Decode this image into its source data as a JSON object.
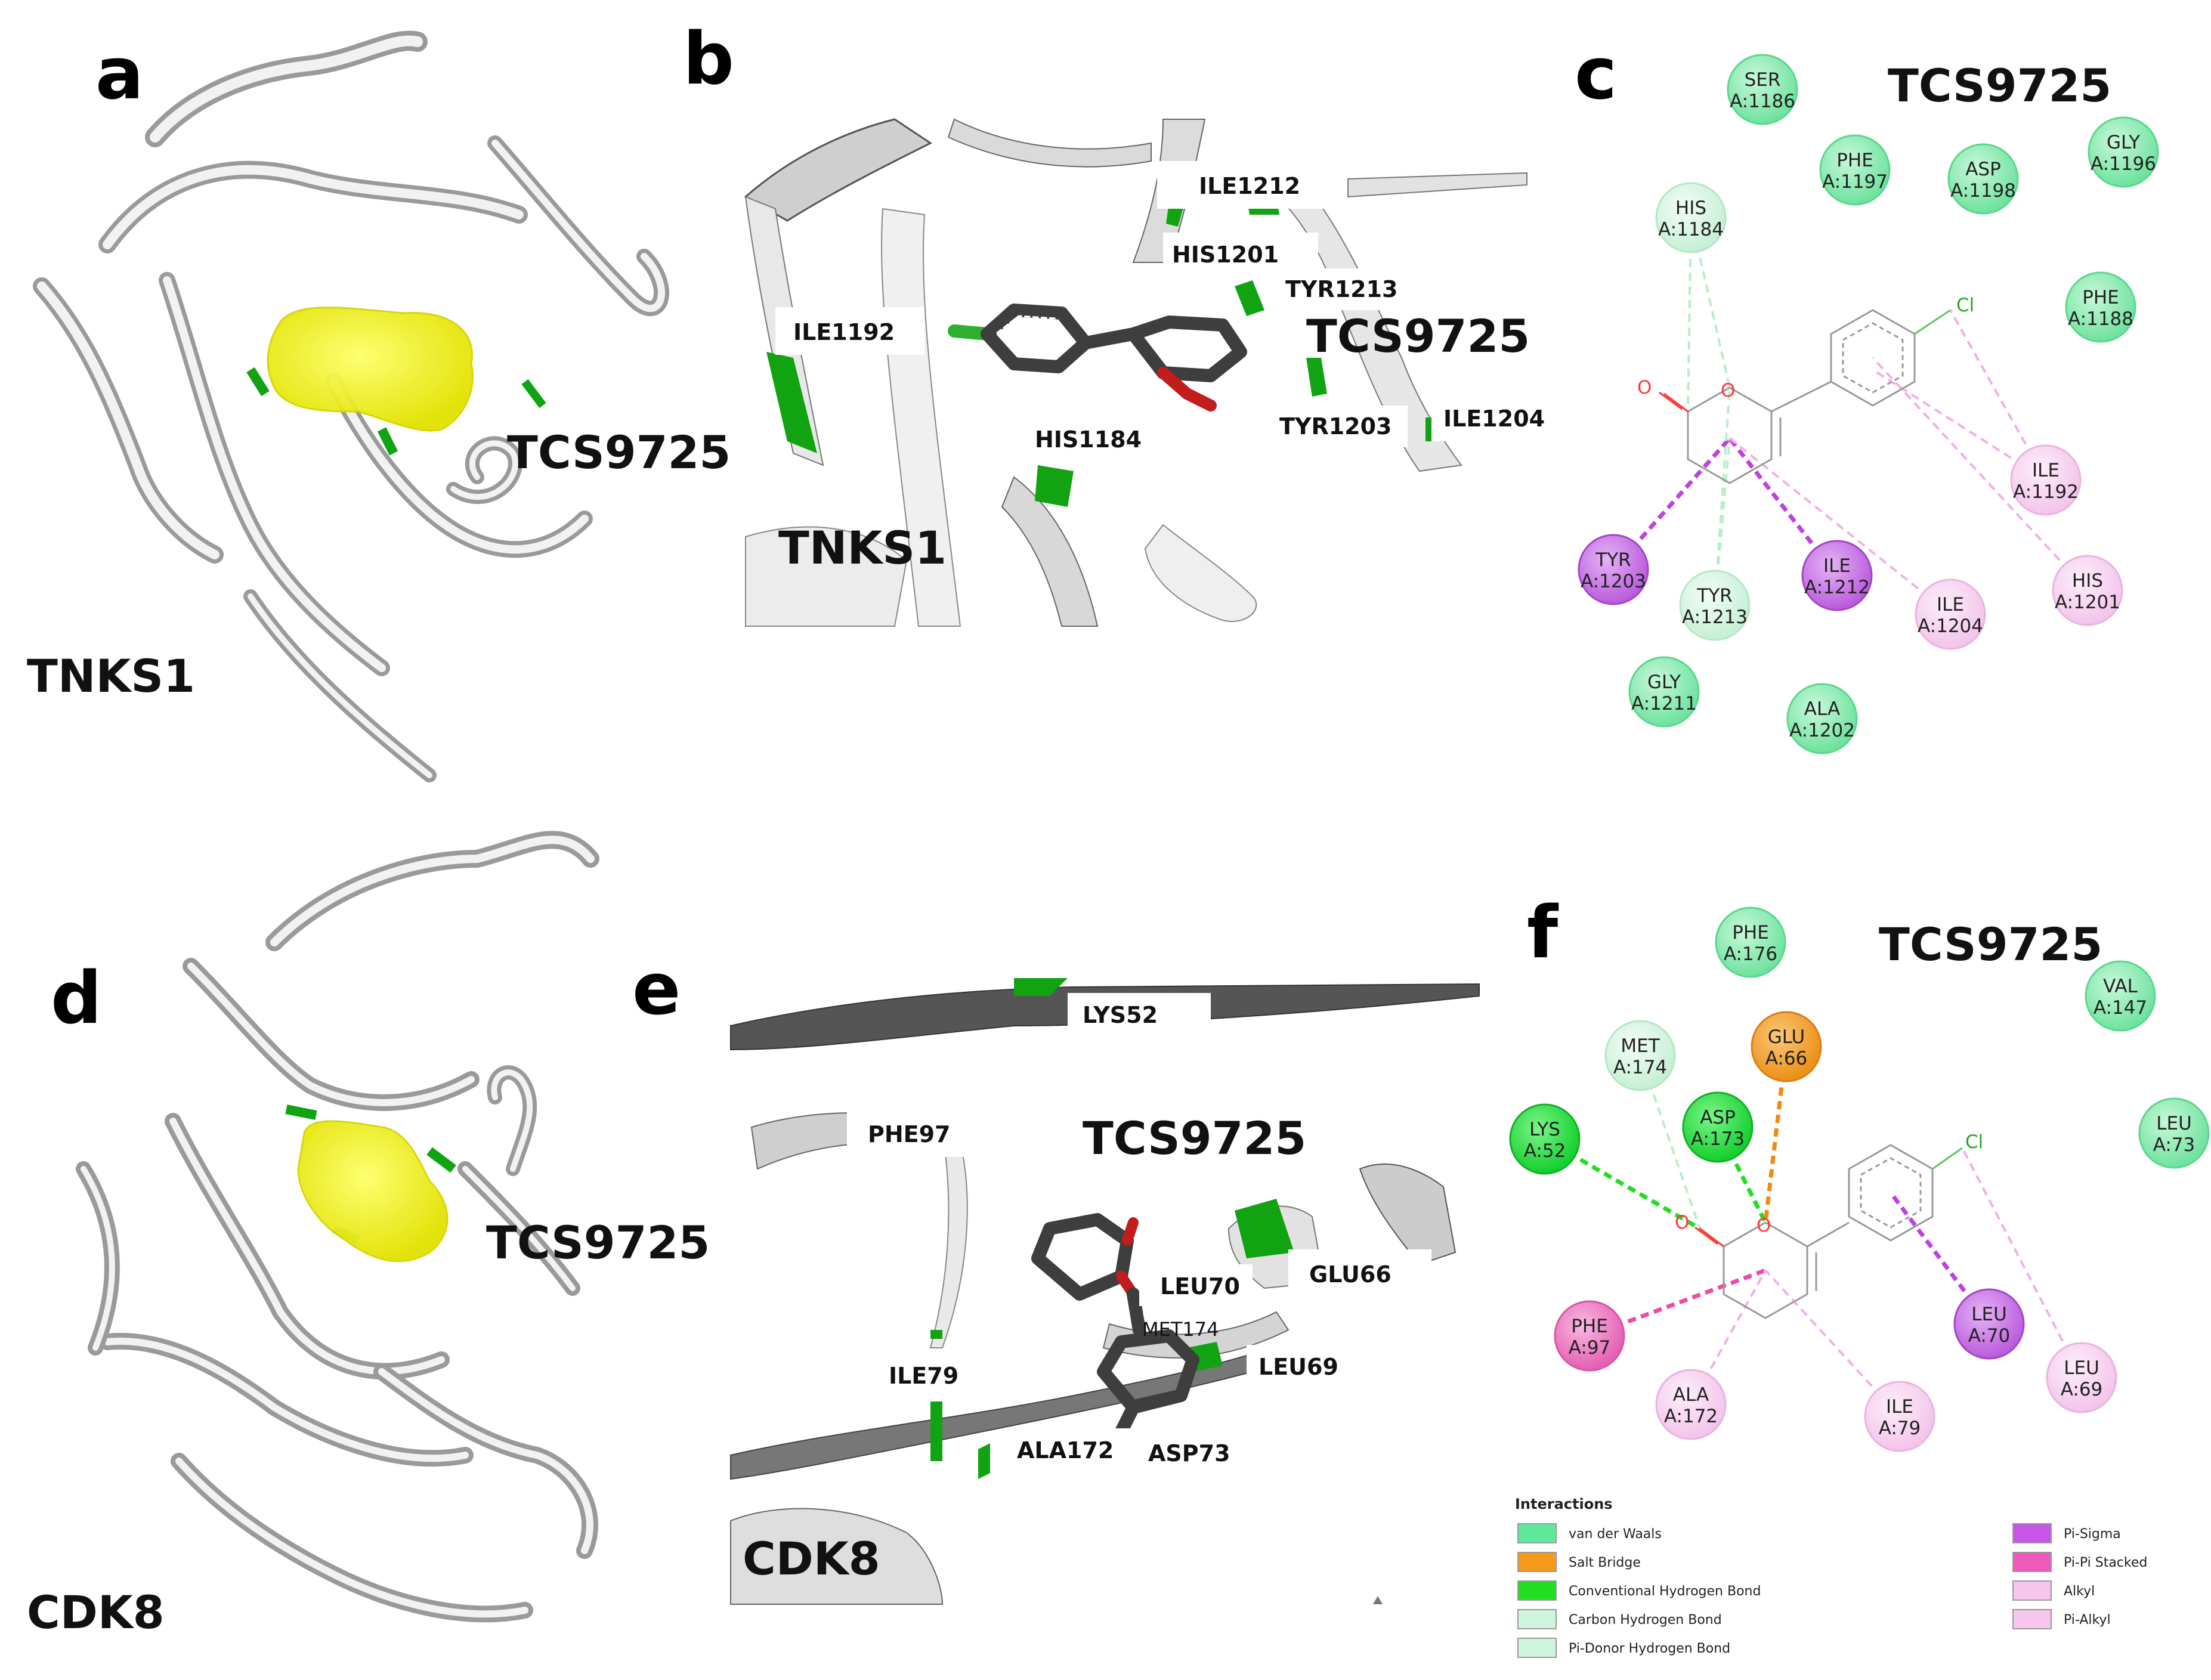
{
  "panels": {
    "a": {
      "letter": "a",
      "protein": "TNKS1",
      "ligand": "TCS9725"
    },
    "b": {
      "letter": "b",
      "protein": "TNKS1",
      "ligand": "TCS9725",
      "residues": [
        "ILE1212",
        "HIS1201",
        "TYR1213",
        "ILE1192",
        "HIS1184",
        "TYR1203",
        "ILE1204"
      ]
    },
    "c": {
      "letter": "c",
      "ligand": "TCS9725",
      "nodes": [
        {
          "id": "ser1186",
          "res": "SER",
          "num": "A:1186",
          "type": "vdw"
        },
        {
          "id": "phe1197",
          "res": "PHE",
          "num": "A:1197",
          "type": "vdw"
        },
        {
          "id": "asp1198",
          "res": "ASP",
          "num": "A:1198",
          "type": "vdw"
        },
        {
          "id": "gly1196",
          "res": "GLY",
          "num": "A:1196",
          "type": "vdw"
        },
        {
          "id": "his1184",
          "res": "HIS",
          "num": "A:1184",
          "type": "carbonh"
        },
        {
          "id": "phe1188",
          "res": "PHE",
          "num": "A:1188",
          "type": "vdw"
        },
        {
          "id": "ile1192",
          "res": "ILE",
          "num": "A:1192",
          "type": "alkyl"
        },
        {
          "id": "tyr1203",
          "res": "TYR",
          "num": "A:1203",
          "type": "pisigma"
        },
        {
          "id": "tyr1213",
          "res": "TYR",
          "num": "A:1213",
          "type": "carbonh"
        },
        {
          "id": "ile1212",
          "res": "ILE",
          "num": "A:1212",
          "type": "pisigma"
        },
        {
          "id": "ile1204",
          "res": "ILE",
          "num": "A:1204",
          "type": "alkyl"
        },
        {
          "id": "his1201",
          "res": "HIS",
          "num": "A:1201",
          "type": "alkyl"
        },
        {
          "id": "gly1211",
          "res": "GLY",
          "num": "A:1211",
          "type": "vdw"
        },
        {
          "id": "ala1202",
          "res": "ALA",
          "num": "A:1202",
          "type": "vdw"
        }
      ],
      "atoms": {
        "cl": "Cl",
        "o": "O"
      }
    },
    "d": {
      "letter": "d",
      "protein": "CDK8",
      "ligand": "TCS9725"
    },
    "e": {
      "letter": "e",
      "protein": "CDK8",
      "ligand": "TCS9725",
      "residues": [
        "LYS52",
        "PHE97",
        "LEU70",
        "GLU66",
        "MET174",
        "ILE79",
        "LEU69",
        "ALA172",
        "ASP73"
      ]
    },
    "f": {
      "letter": "f",
      "ligand": "TCS9725",
      "nodes": [
        {
          "id": "phe176",
          "res": "PHE",
          "num": "A:176",
          "type": "vdw"
        },
        {
          "id": "val147",
          "res": "VAL",
          "num": "A:147",
          "type": "vdw"
        },
        {
          "id": "met174",
          "res": "MET",
          "num": "A:174",
          "type": "carbonh"
        },
        {
          "id": "glu66",
          "res": "GLU",
          "num": "A:66",
          "type": "salt"
        },
        {
          "id": "lys52",
          "res": "LYS",
          "num": "A:52",
          "type": "hbond"
        },
        {
          "id": "asp173",
          "res": "ASP",
          "num": "A:173",
          "type": "hbond"
        },
        {
          "id": "leu73",
          "res": "LEU",
          "num": "A:73",
          "type": "vdw"
        },
        {
          "id": "leu70",
          "res": "LEU",
          "num": "A:70",
          "type": "pisigma"
        },
        {
          "id": "phe97",
          "res": "PHE",
          "num": "A:97",
          "type": "pipi"
        },
        {
          "id": "leu69",
          "res": "LEU",
          "num": "A:69",
          "type": "alkyl"
        },
        {
          "id": "ala172",
          "res": "ALA",
          "num": "A:172",
          "type": "alkyl"
        },
        {
          "id": "ile79",
          "res": "ILE",
          "num": "A:79",
          "type": "alkyl"
        }
      ],
      "atoms": {
        "cl": "Cl",
        "o": "O"
      }
    }
  },
  "legend": {
    "title": "Interactions",
    "items": [
      {
        "label": "van der Waals",
        "color": "#5ee89a"
      },
      {
        "label": "Salt Bridge",
        "color": "#f59a1a"
      },
      {
        "label": "Conventional Hydrogen Bond",
        "color": "#22dd22"
      },
      {
        "label": "Carbon Hydrogen Bond",
        "color": "#cff5dc"
      },
      {
        "label": "Pi-Donor Hydrogen Bond",
        "color": "#cff5dc"
      },
      {
        "label": "Pi-Sigma",
        "color": "#c855e8"
      },
      {
        "label": "Pi-Pi Stacked",
        "color": "#ef5aba"
      },
      {
        "label": "Alkyl",
        "color": "#f7c6ee"
      },
      {
        "label": "Pi-Alkyl",
        "color": "#f7c6ee"
      }
    ]
  },
  "colors": {
    "vdw_fill": "#8ef0b4",
    "vdw_edge": "#5ad88c",
    "hbond_fill": "#1ee63c",
    "hbond_edge": "#12b02a",
    "carbonh_fill": "#d8f7e2",
    "carbonh_edge": "#b4e8c6",
    "salt_fill": "#f3a030",
    "salt_edge": "#d8801a",
    "pisigma_fill": "#c970e6",
    "pisigma_edge": "#a445c8",
    "pipi_fill": "#f27bc6",
    "pipi_edge": "#d956a6",
    "alkyl_fill": "#f9d4f2",
    "alkyl_edge": "#e9b4e0",
    "surface": "#f2f21a",
    "contact": "#11a311"
  }
}
